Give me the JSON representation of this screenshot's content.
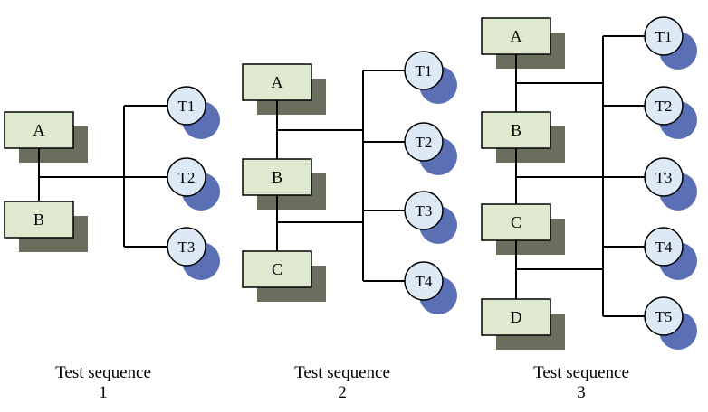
{
  "colors": {
    "box_fill": "#dfe9cf",
    "box_shadow": "#6b6e5d",
    "circle_fill": "#dde9f5",
    "circle_shadow": "#5b6fb5",
    "line": "#000000"
  },
  "sequences": [
    {
      "caption": [
        "Test sequence",
        "1"
      ],
      "modules": [
        "A",
        "B"
      ],
      "tests": [
        "T1",
        "T2",
        "T3"
      ]
    },
    {
      "caption": [
        "Test sequence",
        "2"
      ],
      "modules": [
        "A",
        "B",
        "C"
      ],
      "tests": [
        "T1",
        "T2",
        "T3",
        "T4"
      ]
    },
    {
      "caption": [
        "Test sequence",
        "3"
      ],
      "modules": [
        "A",
        "B",
        "C",
        "D"
      ],
      "tests": [
        "T1",
        "T2",
        "T3",
        "T4",
        "T5"
      ]
    }
  ]
}
